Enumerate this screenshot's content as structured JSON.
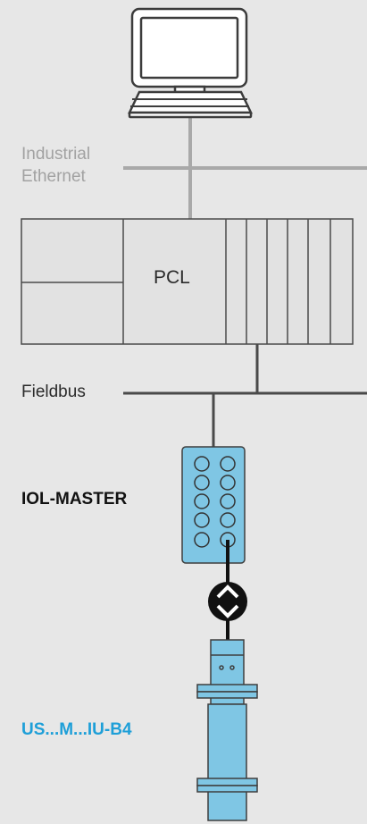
{
  "labels": {
    "network_line1": "Industrial",
    "network_line2": "Ethernet",
    "controller": "PCL",
    "fieldbus": "Fieldbus",
    "master": "IOL-MASTER",
    "sensor": "US...M...IU-B4"
  },
  "colors": {
    "background": "#e7e7e7",
    "ethernet_text": "#a2a2a2",
    "ethernet_line": "#a9a9a9",
    "wire": "#4a4a4a",
    "device_fill": "#7fc6e4",
    "sensor_label": "#1e9fd8"
  },
  "icons": {
    "computer": "computer-icon",
    "io_link_arrows": "up-down-arrows-icon"
  }
}
